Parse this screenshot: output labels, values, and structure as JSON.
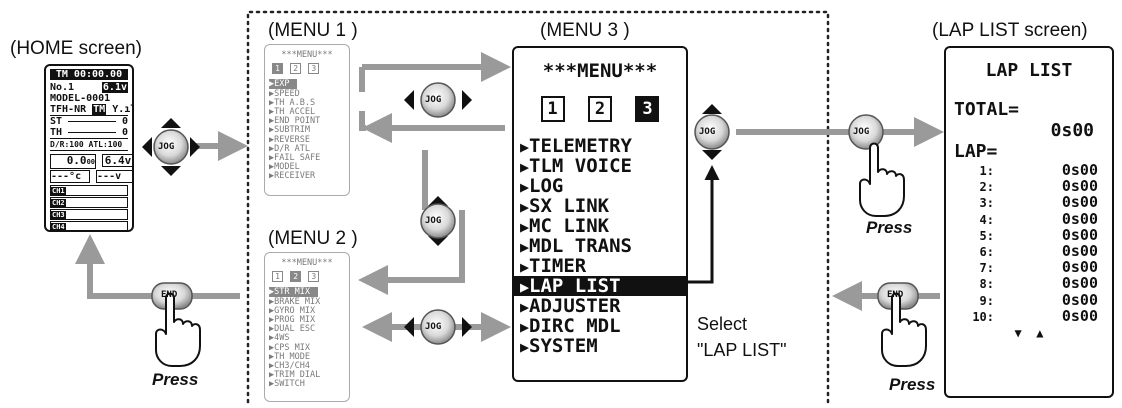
{
  "captions": {
    "home": "(HOME screen)",
    "menu1": "(MENU 1 )",
    "menu2": "(MENU 2 )",
    "menu3": "(MENU 3 )",
    "laplist": "(LAP LIST screen)"
  },
  "home": {
    "timer": "TM 00:00.00",
    "model_no": "No.1",
    "voltage": "6.1v",
    "model_name": "MODEL-0001",
    "system": "TFH-NR",
    "tm": "TM",
    "st": "ST",
    "th": "TH",
    "st_val": "0",
    "th_val": "0",
    "dr_atl": "D/R:100 ATL:100",
    "speed": "0.0",
    "speed_unit": "00",
    "rx_volt": "6.4v",
    "temp": "---°c",
    "volt2": "---v",
    "channels": [
      "CH1",
      "CH2",
      "CH3",
      "CH4"
    ]
  },
  "menu1": {
    "title": "***MENU***",
    "pages": [
      "1",
      "2",
      "3"
    ],
    "selected_page": "1",
    "items": [
      "EXP",
      "SPEED",
      "TH A.B.S",
      "TH ACCEL",
      "END POINT",
      "SUBTRIM",
      "REVERSE",
      "D/R ATL",
      "FAIL SAFE",
      "MODEL",
      "RECEIVER"
    ]
  },
  "menu2": {
    "title": "***MENU***",
    "pages": [
      "1",
      "2",
      "3"
    ],
    "selected_page": "2",
    "items": [
      "STR MIX",
      "BRAKE MIX",
      "GYRO MIX",
      "PROG MIX",
      "DUAL ESC",
      "4WS",
      "CPS MIX",
      "TH MODE",
      "CH3/CH4",
      "TRIM DIAL",
      "SWITCH"
    ]
  },
  "menu3": {
    "title": "***MENU***",
    "pages": [
      "1",
      "2",
      "3"
    ],
    "selected_page": "3",
    "items": [
      "TELEMETRY",
      "TLM VOICE",
      "LOG",
      "SX LINK",
      "MC LINK",
      "MDL TRANS",
      "TIMER",
      "LAP LIST",
      "ADJUSTER",
      "DIRC MDL",
      "SYSTEM"
    ],
    "selected_item": "LAP LIST"
  },
  "select_note": {
    "line1": "Select",
    "line2": "\"LAP LIST\""
  },
  "laplist": {
    "title": "LAP LIST",
    "total_label": "TOTAL=",
    "total_value": "0s00",
    "lap_label": "LAP=",
    "laps": [
      {
        "n": "1:",
        "v": "0s00"
      },
      {
        "n": "2:",
        "v": "0s00"
      },
      {
        "n": "3:",
        "v": "0s00"
      },
      {
        "n": "4:",
        "v": "0s00"
      },
      {
        "n": "5:",
        "v": "0s00"
      },
      {
        "n": "6:",
        "v": "0s00"
      },
      {
        "n": "7:",
        "v": "0s00"
      },
      {
        "n": "8:",
        "v": "0s00"
      },
      {
        "n": "9:",
        "v": "0s00"
      },
      {
        "n": "10:",
        "v": "0s00"
      }
    ]
  },
  "buttons": {
    "jog": "JOG",
    "end": "END",
    "press": "Press"
  },
  "colors": {
    "arrow": "#9a9a9a",
    "screen_border": "#111111",
    "dim_text": "#7a7a7a"
  }
}
